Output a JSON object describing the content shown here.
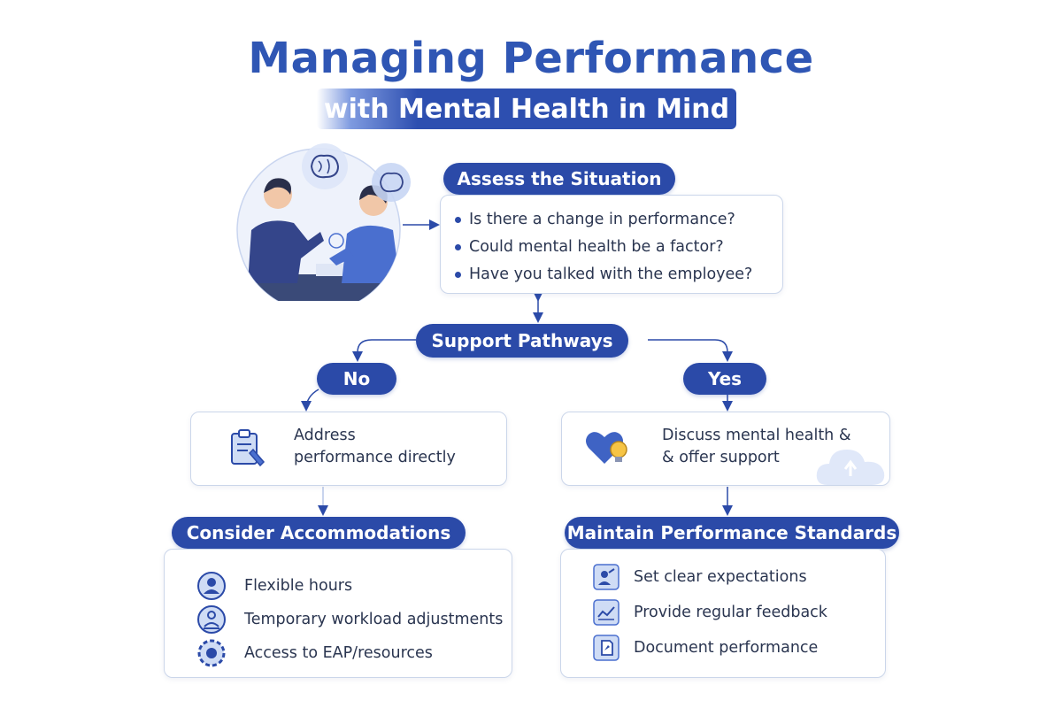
{
  "title": "Managing Performance",
  "subtitle": "with Mental Health in Mind",
  "assess": {
    "label": "Assess the Situation",
    "questions": [
      "Is there a change in performance?",
      "Could mental health be a factor?",
      "Have you talked with the employee?"
    ]
  },
  "pathways": {
    "label": "Support Pathways"
  },
  "no_branch": {
    "label": "No",
    "action": [
      "Address",
      "performance directly"
    ]
  },
  "yes_branch": {
    "label": "Yes",
    "action": [
      "Discuss mental health &",
      "& offer support"
    ]
  },
  "accommodations": {
    "label": "Consider Accommodations",
    "items": [
      "Flexible hours",
      "Temporary workload adjustments",
      "Access to EAP/resources"
    ]
  },
  "standards": {
    "label": "Maintain Performance Standards",
    "items": [
      "Set clear expectations",
      "Provide regular feedback",
      "Document performance"
    ]
  },
  "colors": {
    "primary": "#2b4aa8",
    "title": "#2f56b4",
    "icon_light": "#cfdcf5",
    "border": "#cbd6ea"
  }
}
